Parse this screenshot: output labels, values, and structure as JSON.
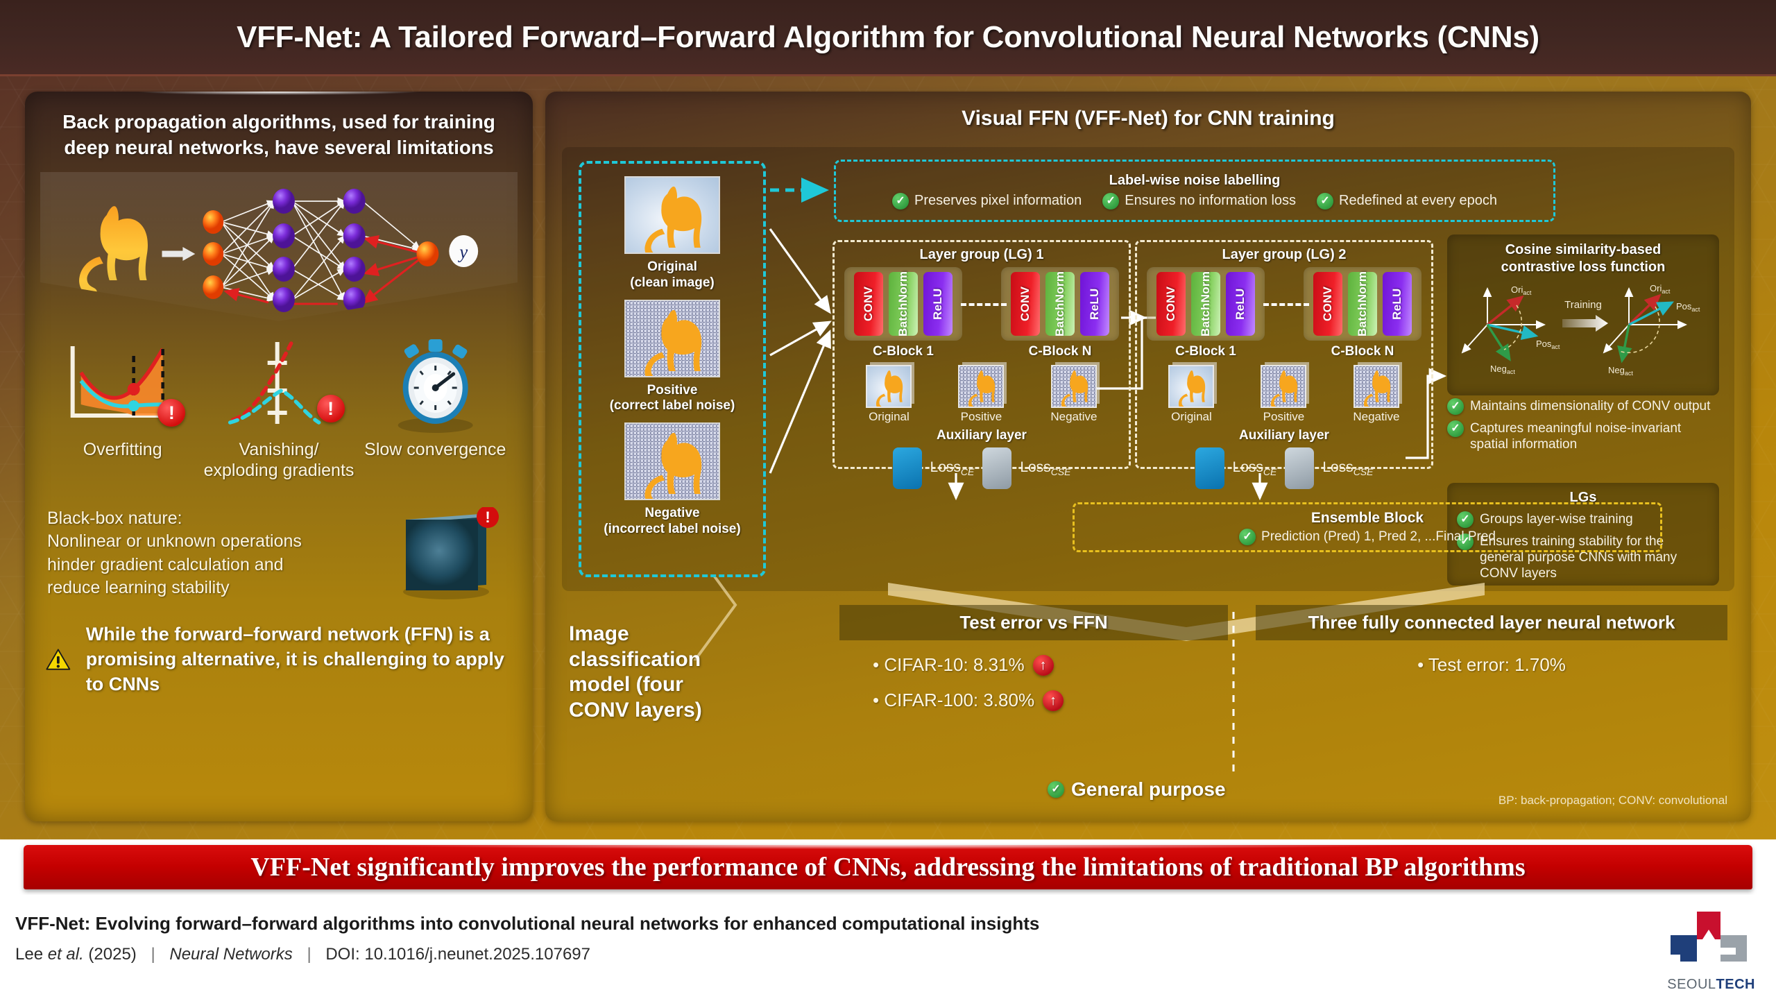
{
  "header": {
    "title": "VFF-Net: A Tailored Forward–Forward Algorithm for Convolutional Neural Networks (CNNs)"
  },
  "left_panel": {
    "headline": "Back propagation algorithms, used for training deep neural networks, have several limitations",
    "nn_output_label": "y",
    "limitations": [
      {
        "label": "Overfitting",
        "icon": "loss-curve-icon"
      },
      {
        "label": "Vanishing/ exploding gradients",
        "icon": "gradient-curve-icon"
      },
      {
        "label": "Slow convergence",
        "icon": "stopwatch-icon"
      }
    ],
    "blackbox": {
      "line1": "Black-box nature:",
      "line2": "Nonlinear or unknown operations",
      "line3": "hinder gradient calculation and",
      "line4": "reduce learning stability",
      "icon": "black-box-icon"
    },
    "ffn_note": {
      "text": "While the forward–forward network (FFN) is a promising alternative, it is challenging to apply to CNNs",
      "icon": "warning-triangle-icon"
    }
  },
  "right_panel": {
    "title": "Visual FFN (VFF-Net) for CNN training",
    "input_images": [
      {
        "caption_main": "Original",
        "caption_sub": "(clean image)",
        "type": "clean"
      },
      {
        "caption_main": "Positive",
        "caption_sub": "(correct label noise)",
        "type": "noise"
      },
      {
        "caption_main": "Negative",
        "caption_sub": "(incorrect label noise)",
        "type": "noise"
      }
    ],
    "noise_labelling": {
      "title": "Label-wise noise labelling",
      "items": [
        "Preserves pixel information",
        "Ensures no information loss",
        "Redefined at every epoch"
      ]
    },
    "layer_groups": [
      {
        "title": "Layer group (LG) 1",
        "blocks": [
          {
            "caption": "C-Block 1",
            "layers": [
              "CONV",
              "BatchNorm",
              "ReLU"
            ]
          },
          {
            "caption": "C-Block N",
            "layers": [
              "CONV",
              "BatchNorm",
              "ReLU"
            ]
          }
        ],
        "minis": [
          "Original",
          "Positive",
          "Negative"
        ],
        "aux_title": "Auxiliary layer",
        "losses": [
          {
            "label": "Loss",
            "sub": "CE"
          },
          {
            "label": "Loss",
            "sub": "CSE"
          }
        ]
      },
      {
        "title": "Layer group (LG) 2",
        "blocks": [
          {
            "caption": "C-Block 1",
            "layers": [
              "CONV",
              "BatchNorm",
              "ReLU"
            ]
          },
          {
            "caption": "C-Block N",
            "layers": [
              "CONV",
              "BatchNorm",
              "ReLU"
            ]
          }
        ],
        "minis": [
          "Original",
          "Positive",
          "Negative"
        ],
        "aux_title": "Auxiliary layer",
        "losses": [
          {
            "label": "Loss",
            "sub": "CE"
          },
          {
            "label": "Loss",
            "sub": "CSE"
          }
        ]
      }
    ],
    "cosine_box": {
      "title_line1": "Cosine similarity-based",
      "title_line2": "contrastive loss function",
      "arrow_label": "Training",
      "vector_labels": {
        "ori": "Ori",
        "pos": "Pos",
        "neg": "Neg",
        "subscript": "act"
      },
      "bullets": [
        "Maintains dimensionality of CONV output",
        "Captures meaningful noise-invariant spatial information"
      ]
    },
    "lgs_box": {
      "title": "LGs",
      "bullets": [
        "Groups layer-wise training",
        "Ensures training stability for the general purpose CNNs with many CONV layers"
      ]
    },
    "ensemble": {
      "title": "Ensemble Block",
      "subtitle": "Prediction (Pred) 1, Pred 2, ...Final Pred"
    },
    "results": {
      "model_label": "Image classification model (four CONV layers)",
      "left": {
        "heading": "Test error vs FFN",
        "items": [
          {
            "text": "• CIFAR-10: 8.31%",
            "badge": "up-arrow-badge"
          },
          {
            "text": "• CIFAR-100: 3.80%",
            "badge": "up-arrow-badge"
          }
        ]
      },
      "right": {
        "heading": "Three fully connected layer neural network",
        "items": [
          {
            "text": "• Test error: 1.70%"
          }
        ]
      },
      "general_purpose": "General purpose",
      "abbreviations": "BP: back-propagation; CONV: convolutional"
    }
  },
  "banner": {
    "text": "VFF-Net significantly improves the performance of CNNs, addressing the limitations of traditional BP algorithms"
  },
  "footer": {
    "title": "VFF-Net: Evolving forward–forward algorithms into convolutional neural networks for enhanced computational insights",
    "authors": "Lee ",
    "authors_italic": "et al.",
    "year": " (2025)",
    "journal": "Neural Networks",
    "doi": "DOI: 10.1016/j.neunet.2025.107697",
    "logo_text_a": "SEOUL",
    "logo_text_b": "TECH"
  },
  "colors": {
    "header_bg": "#412722",
    "banner_red": "#c40000",
    "accent_cyan": "#1fc8d8",
    "accent_yellow": "#e8c01f",
    "conv_red": "#ef1f28",
    "batchnorm_green": "#85d05e",
    "relu_purple": "#8b2ef0",
    "check_green": "#2f9b3e",
    "gold_bg": "#b8860b"
  }
}
